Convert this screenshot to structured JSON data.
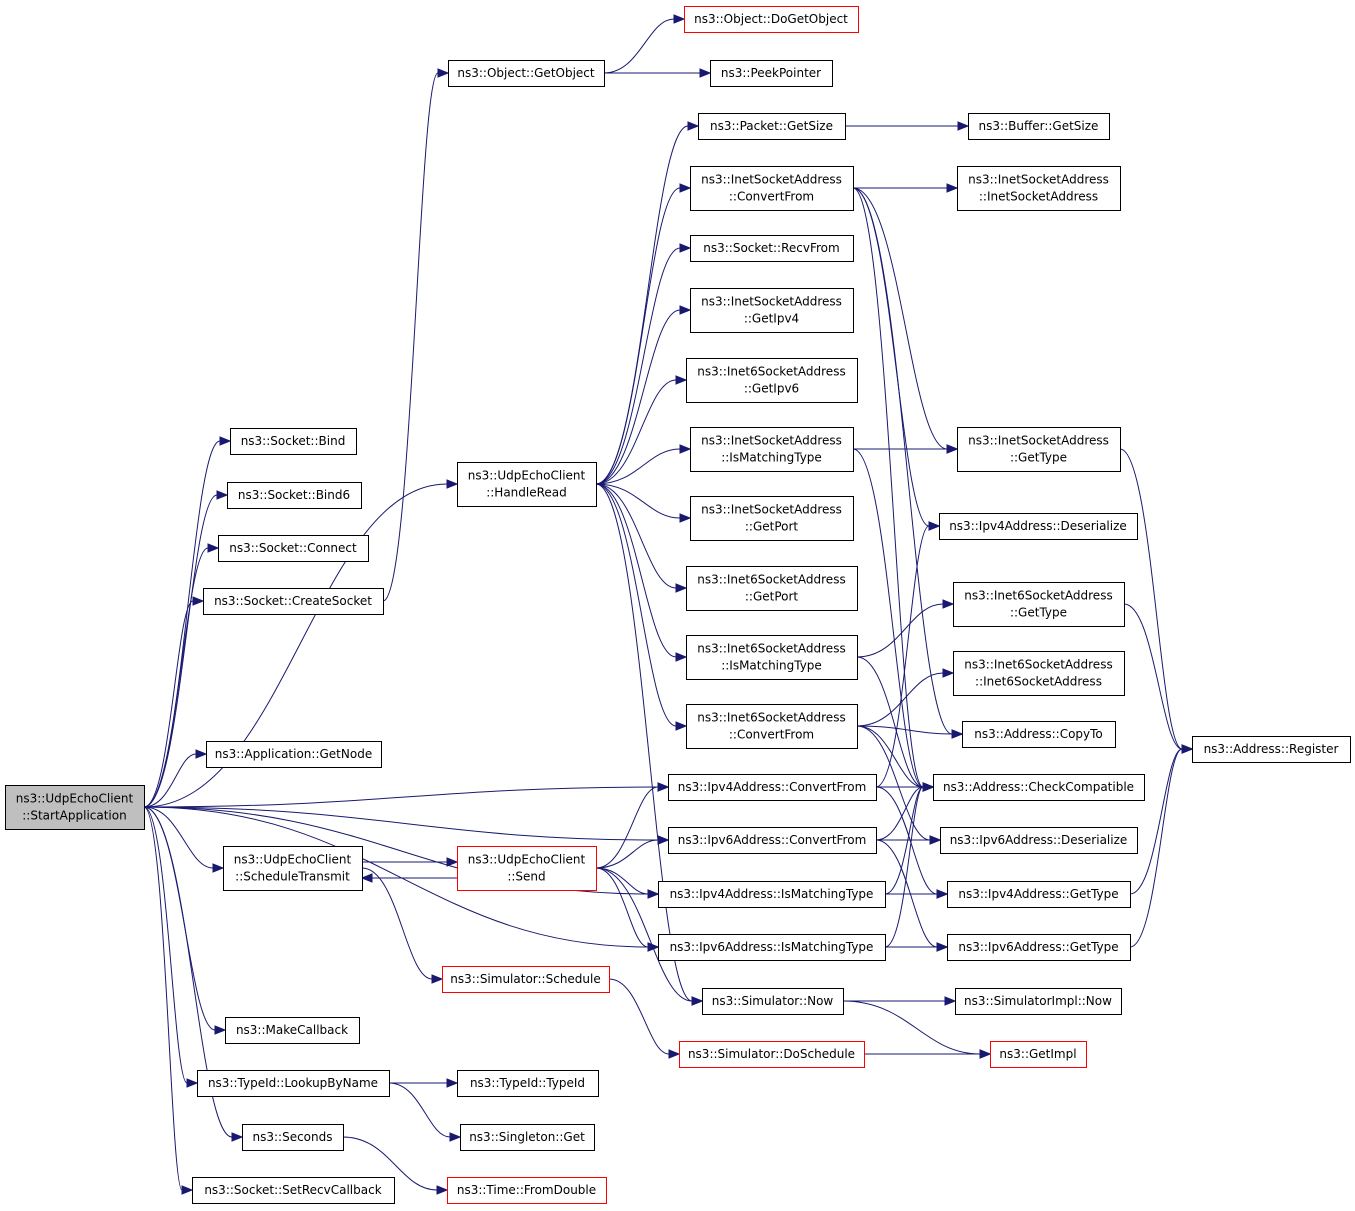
{
  "graph": {
    "root": "start",
    "nodes": [
      {
        "id": "start",
        "lines": [
          "ns3::UdpEchoClient",
          "::StartApplication"
        ],
        "style": "root"
      },
      {
        "id": "bind",
        "lines": [
          "ns3::Socket::Bind"
        ],
        "style": "normal"
      },
      {
        "id": "bind6",
        "lines": [
          "ns3::Socket::Bind6"
        ],
        "style": "normal"
      },
      {
        "id": "connect",
        "lines": [
          "ns3::Socket::Connect"
        ],
        "style": "normal"
      },
      {
        "id": "createSocket",
        "lines": [
          "ns3::Socket::CreateSocket"
        ],
        "style": "normal"
      },
      {
        "id": "getObject",
        "lines": [
          "ns3::Object::GetObject"
        ],
        "style": "normal"
      },
      {
        "id": "doGetObject",
        "lines": [
          "ns3::Object::DoGetObject"
        ],
        "style": "red"
      },
      {
        "id": "peekPointer",
        "lines": [
          "ns3::PeekPointer"
        ],
        "style": "normal"
      },
      {
        "id": "handleRead",
        "lines": [
          "ns3::UdpEchoClient",
          "::HandleRead"
        ],
        "style": "normal"
      },
      {
        "id": "packetGetSize",
        "lines": [
          "ns3::Packet::GetSize"
        ],
        "style": "normal"
      },
      {
        "id": "bufferGetSize",
        "lines": [
          "ns3::Buffer::GetSize"
        ],
        "style": "normal"
      },
      {
        "id": "inetConvertFrom",
        "lines": [
          "ns3::InetSocketAddress",
          "::ConvertFrom"
        ],
        "style": "normal"
      },
      {
        "id": "inetCtor",
        "lines": [
          "ns3::InetSocketAddress",
          "::InetSocketAddress"
        ],
        "style": "normal"
      },
      {
        "id": "recvFrom",
        "lines": [
          "ns3::Socket::RecvFrom"
        ],
        "style": "normal"
      },
      {
        "id": "inetGetIpv4",
        "lines": [
          "ns3::InetSocketAddress",
          "::GetIpv4"
        ],
        "style": "normal"
      },
      {
        "id": "inet6GetIpv6",
        "lines": [
          "ns3::Inet6SocketAddress",
          "::GetIpv6"
        ],
        "style": "normal"
      },
      {
        "id": "inetIsMatching",
        "lines": [
          "ns3::InetSocketAddress",
          "::IsMatchingType"
        ],
        "style": "normal"
      },
      {
        "id": "inetGetType",
        "lines": [
          "ns3::InetSocketAddress",
          "::GetType"
        ],
        "style": "normal"
      },
      {
        "id": "inetGetPort",
        "lines": [
          "ns3::InetSocketAddress",
          "::GetPort"
        ],
        "style": "normal"
      },
      {
        "id": "ipv4Deserialize",
        "lines": [
          "ns3::Ipv4Address::Deserialize"
        ],
        "style": "normal"
      },
      {
        "id": "inet6GetPort",
        "lines": [
          "ns3::Inet6SocketAddress",
          "::GetPort"
        ],
        "style": "normal"
      },
      {
        "id": "inet6GetType",
        "lines": [
          "ns3::Inet6SocketAddress",
          "::GetType"
        ],
        "style": "normal"
      },
      {
        "id": "inet6IsMatching",
        "lines": [
          "ns3::Inet6SocketAddress",
          "::IsMatchingType"
        ],
        "style": "normal"
      },
      {
        "id": "inet6Ctor",
        "lines": [
          "ns3::Inet6SocketAddress",
          "::Inet6SocketAddress"
        ],
        "style": "normal"
      },
      {
        "id": "inet6ConvertFrom",
        "lines": [
          "ns3::Inet6SocketAddress",
          "::ConvertFrom"
        ],
        "style": "normal"
      },
      {
        "id": "addrCopyTo",
        "lines": [
          "ns3::Address::CopyTo"
        ],
        "style": "normal"
      },
      {
        "id": "addrRegister",
        "lines": [
          "ns3::Address::Register"
        ],
        "style": "normal"
      },
      {
        "id": "getNode",
        "lines": [
          "ns3::Application::GetNode"
        ],
        "style": "normal"
      },
      {
        "id": "ipv4ConvertFrom",
        "lines": [
          "ns3::Ipv4Address::ConvertFrom"
        ],
        "style": "normal"
      },
      {
        "id": "addrCheckCompat",
        "lines": [
          "ns3::Address::CheckCompatible"
        ],
        "style": "normal"
      },
      {
        "id": "ipv6ConvertFrom",
        "lines": [
          "ns3::Ipv6Address::ConvertFrom"
        ],
        "style": "normal"
      },
      {
        "id": "ipv6Deserialize",
        "lines": [
          "ns3::Ipv6Address::Deserialize"
        ],
        "style": "normal"
      },
      {
        "id": "scheduleTransmit",
        "lines": [
          "ns3::UdpEchoClient",
          "::ScheduleTransmit"
        ],
        "style": "normal"
      },
      {
        "id": "send",
        "lines": [
          "ns3::UdpEchoClient",
          "::Send"
        ],
        "style": "red"
      },
      {
        "id": "ipv4IsMatching",
        "lines": [
          "ns3::Ipv4Address::IsMatchingType"
        ],
        "style": "normal"
      },
      {
        "id": "ipv4GetType",
        "lines": [
          "ns3::Ipv4Address::GetType"
        ],
        "style": "normal"
      },
      {
        "id": "ipv6IsMatching",
        "lines": [
          "ns3::Ipv6Address::IsMatchingType"
        ],
        "style": "normal"
      },
      {
        "id": "ipv6GetType",
        "lines": [
          "ns3::Ipv6Address::GetType"
        ],
        "style": "normal"
      },
      {
        "id": "simSchedule",
        "lines": [
          "ns3::Simulator::Schedule"
        ],
        "style": "red"
      },
      {
        "id": "simNow",
        "lines": [
          "ns3::Simulator::Now"
        ],
        "style": "normal"
      },
      {
        "id": "simImplNow",
        "lines": [
          "ns3::SimulatorImpl::Now"
        ],
        "style": "normal"
      },
      {
        "id": "makeCallback",
        "lines": [
          "ns3::MakeCallback"
        ],
        "style": "normal"
      },
      {
        "id": "simDoSchedule",
        "lines": [
          "ns3::Simulator::DoSchedule"
        ],
        "style": "red"
      },
      {
        "id": "getImpl",
        "lines": [
          "ns3::GetImpl"
        ],
        "style": "red"
      },
      {
        "id": "lookupByName",
        "lines": [
          "ns3::TypeId::LookupByName"
        ],
        "style": "normal"
      },
      {
        "id": "typeIdCtor",
        "lines": [
          "ns3::TypeId::TypeId"
        ],
        "style": "normal"
      },
      {
        "id": "singletonGet",
        "lines": [
          "ns3::Singleton::Get"
        ],
        "style": "normal"
      },
      {
        "id": "seconds",
        "lines": [
          "ns3::Seconds"
        ],
        "style": "normal"
      },
      {
        "id": "setRecvCallback",
        "lines": [
          "ns3::Socket::SetRecvCallback"
        ],
        "style": "normal"
      },
      {
        "id": "timeFromDouble",
        "lines": [
          "ns3::Time::FromDouble"
        ],
        "style": "red"
      }
    ],
    "edges": [
      [
        "start",
        "bind"
      ],
      [
        "start",
        "bind6"
      ],
      [
        "start",
        "connect"
      ],
      [
        "start",
        "createSocket"
      ],
      [
        "start",
        "handleRead"
      ],
      [
        "start",
        "getNode"
      ],
      [
        "start",
        "ipv4ConvertFrom"
      ],
      [
        "start",
        "ipv6ConvertFrom"
      ],
      [
        "start",
        "scheduleTransmit"
      ],
      [
        "start",
        "ipv4IsMatching"
      ],
      [
        "start",
        "ipv6IsMatching"
      ],
      [
        "start",
        "makeCallback"
      ],
      [
        "start",
        "lookupByName"
      ],
      [
        "start",
        "seconds"
      ],
      [
        "start",
        "setRecvCallback"
      ],
      [
        "createSocket",
        "getObject"
      ],
      [
        "getObject",
        "doGetObject"
      ],
      [
        "getObject",
        "peekPointer"
      ],
      [
        "handleRead",
        "packetGetSize"
      ],
      [
        "handleRead",
        "inetConvertFrom"
      ],
      [
        "handleRead",
        "recvFrom"
      ],
      [
        "handleRead",
        "inetGetIpv4"
      ],
      [
        "handleRead",
        "inet6GetIpv6"
      ],
      [
        "handleRead",
        "inetIsMatching"
      ],
      [
        "handleRead",
        "inetGetPort"
      ],
      [
        "handleRead",
        "inet6GetPort"
      ],
      [
        "handleRead",
        "inet6IsMatching"
      ],
      [
        "handleRead",
        "inet6ConvertFrom"
      ],
      [
        "handleRead",
        "simNow"
      ],
      [
        "packetGetSize",
        "bufferGetSize"
      ],
      [
        "inetConvertFrom",
        "inetCtor"
      ],
      [
        "inetConvertFrom",
        "inetGetType"
      ],
      [
        "inetConvertFrom",
        "ipv4Deserialize"
      ],
      [
        "inetConvertFrom",
        "addrCopyTo"
      ],
      [
        "inetConvertFrom",
        "addrCheckCompat"
      ],
      [
        "inetIsMatching",
        "inetGetType"
      ],
      [
        "inetIsMatching",
        "addrCheckCompat"
      ],
      [
        "inetGetType",
        "addrRegister"
      ],
      [
        "inet6IsMatching",
        "inet6GetType"
      ],
      [
        "inet6IsMatching",
        "addrCheckCompat"
      ],
      [
        "inet6GetType",
        "addrRegister"
      ],
      [
        "inet6ConvertFrom",
        "inet6Ctor"
      ],
      [
        "inet6ConvertFrom",
        "addrCopyTo"
      ],
      [
        "inet6ConvertFrom",
        "addrCheckCompat"
      ],
      [
        "inet6ConvertFrom",
        "ipv6Deserialize"
      ],
      [
        "ipv4ConvertFrom",
        "ipv4Deserialize"
      ],
      [
        "ipv4ConvertFrom",
        "addrCheckCompat"
      ],
      [
        "ipv4ConvertFrom",
        "ipv4GetType"
      ],
      [
        "ipv6ConvertFrom",
        "ipv6Deserialize"
      ],
      [
        "ipv6ConvertFrom",
        "addrCheckCompat"
      ],
      [
        "ipv6ConvertFrom",
        "ipv6GetType"
      ],
      [
        "ipv4IsMatching",
        "ipv4GetType"
      ],
      [
        "ipv4IsMatching",
        "addrCheckCompat"
      ],
      [
        "ipv6IsMatching",
        "ipv6GetType"
      ],
      [
        "ipv6IsMatching",
        "addrCheckCompat"
      ],
      [
        "ipv4GetType",
        "addrRegister"
      ],
      [
        "ipv6GetType",
        "addrRegister"
      ],
      [
        "scheduleTransmit",
        "send"
      ],
      [
        "scheduleTransmit",
        "simSchedule"
      ],
      [
        "send",
        "scheduleTransmit"
      ],
      [
        "send",
        "ipv4ConvertFrom"
      ],
      [
        "send",
        "ipv6ConvertFrom"
      ],
      [
        "send",
        "ipv4IsMatching"
      ],
      [
        "send",
        "ipv6IsMatching"
      ],
      [
        "send",
        "simNow"
      ],
      [
        "simSchedule",
        "simDoSchedule"
      ],
      [
        "simNow",
        "simImplNow"
      ],
      [
        "simNow",
        "getImpl"
      ],
      [
        "simDoSchedule",
        "getImpl"
      ],
      [
        "lookupByName",
        "typeIdCtor"
      ],
      [
        "lookupByName",
        "singletonGet"
      ],
      [
        "seconds",
        "timeFromDouble"
      ]
    ]
  },
  "colors": {
    "edge": "#191970",
    "box_border": "#000000",
    "box_border_truncated": "#ff0000",
    "root_fill": "#bfbfbf",
    "box_fill": "#ffffff"
  }
}
